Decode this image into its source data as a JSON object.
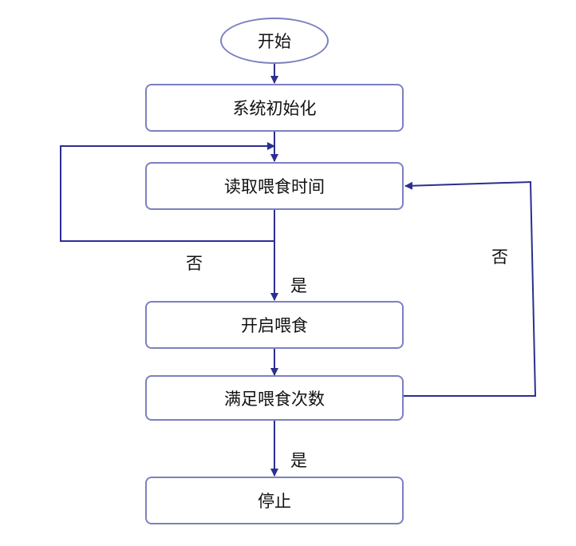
{
  "diagram": {
    "nodes": {
      "start": "开始",
      "init": "系统初始化",
      "read_time": "读取喂食时间",
      "start_feed": "开启喂食",
      "feed_count_met": "满足喂食次数",
      "stop": "停止"
    },
    "edge_labels": {
      "read_no": "否",
      "read_yes": "是",
      "count_no": "否",
      "count_yes": "是"
    },
    "colors": {
      "line": "#2b2f8f",
      "border": "#7c80c0"
    }
  }
}
